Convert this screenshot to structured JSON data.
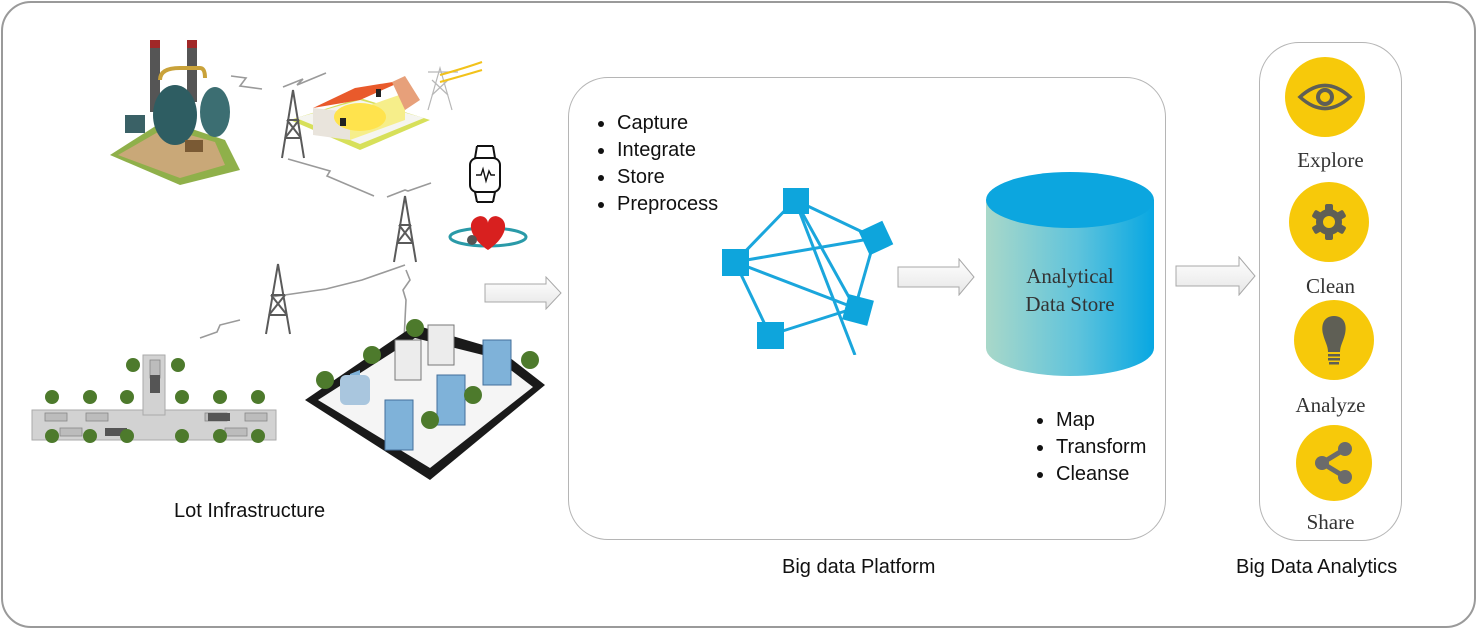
{
  "sections": {
    "infrastructure": {
      "title": "Lot Infrastructure",
      "illustrations": [
        "factory",
        "smart-home",
        "power-pylon",
        "smartwatch",
        "heart-stethoscope",
        "city-street",
        "city-block",
        "cell-tower",
        "cell-tower",
        "cell-tower"
      ]
    },
    "platform": {
      "title": "Big data Platform",
      "ingest_steps": [
        "Capture",
        "Integrate",
        "Store",
        "Preprocess"
      ],
      "store_label_line1": "Analytical",
      "store_label_line2": "Data Store",
      "store_steps": [
        "Map",
        "Transform",
        "Cleanse"
      ]
    },
    "analytics": {
      "title": "Big Data Analytics",
      "items": [
        {
          "label": "Explore",
          "icon": "eye-icon"
        },
        {
          "label": "Clean",
          "icon": "gear-icon"
        },
        {
          "label": "Analyze",
          "icon": "lightbulb-icon"
        },
        {
          "label": "Share",
          "icon": "share-icon"
        }
      ]
    }
  },
  "colors": {
    "accent_blue": "#0ea5dc",
    "accent_yellow": "#f7c90a",
    "icon_gray": "#5f5f55",
    "border_gray": "#9a9a9a"
  }
}
